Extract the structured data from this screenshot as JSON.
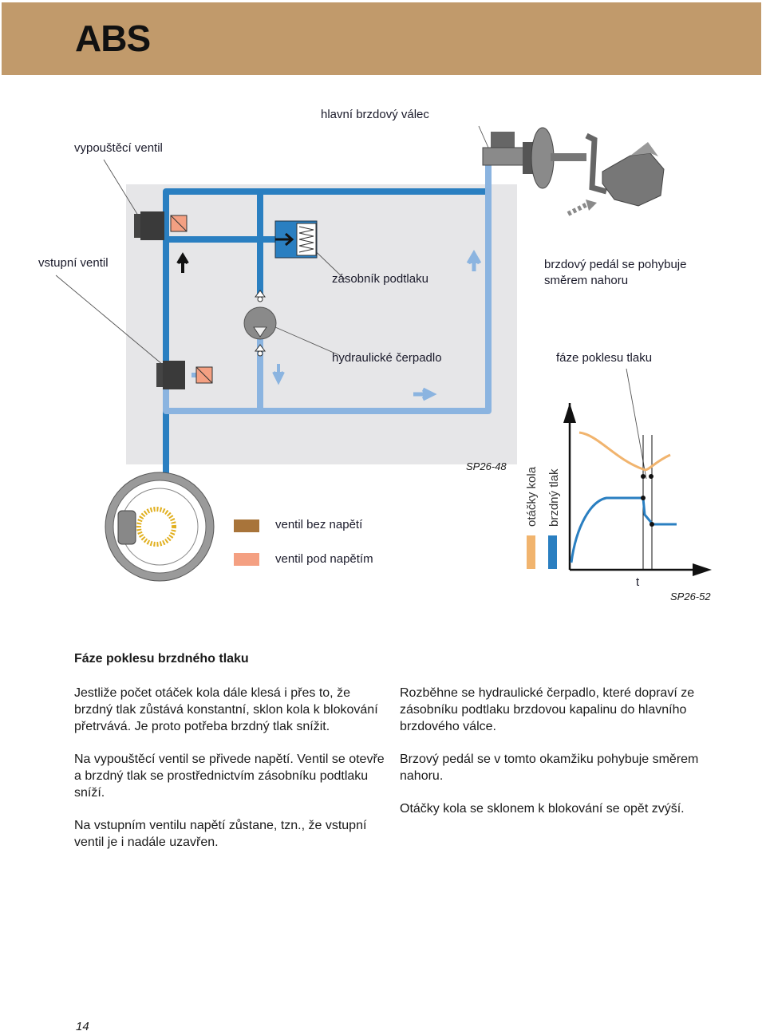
{
  "header": {
    "title": "ABS"
  },
  "diagram": {
    "labels": {
      "master_cylinder": "hlavní brzdový válec",
      "outlet_valve": "vypouštěcí ventil",
      "inlet_valve": "vstupní ventil",
      "accumulator": "zásobník podtlaku",
      "pedal_moves": "brzdový pedál se pohybuje směrem nahoru",
      "hydraulic_pump": "hydraulické čerpadlo",
      "phase": "fáze poklesu tlaku",
      "figure_code": "SP26-48"
    },
    "legend": {
      "unpowered": "ventil bez napětí",
      "powered": "ventil pod napětím",
      "unpowered_color": "#a8743a",
      "powered_color": "#f4a082"
    },
    "graph": {
      "wheel_speed": "otáčky kola",
      "brake_pressure": "brzdný tlak",
      "time_axis": "t",
      "figure_code": "SP26-52",
      "wheel_speed_color": "#f1b46e",
      "brake_pressure_color": "#2a7fc1"
    }
  },
  "text": {
    "section_title": "Fáze poklesu brzdného tlaku",
    "left": [
      "Jestliže počet otáček kola dále klesá i přes to, že brzdný tlak zůstává konstantní, sklon kola k blokování přetrvává. Je proto potřeba brzdný tlak snížit.",
      "Na vypouštěcí ventil se přivede napětí. Ventil se otevře a brzdný tlak se prostřednictvím zásobníku podtlaku sníží.",
      "Na vstupním ventilu napětí zůstane, tzn., že vstupní ventil je i nadále uzavřen."
    ],
    "right": [
      "Rozběhne se hydraulické čerpadlo, které dopraví ze zásobníku podtlaku brzdovou kapalinu do hlavního brzdového válce.",
      "Brzový pedál se v tomto okamžiku pohybuje směrem nahoru.",
      "Otáčky kola se sklonem k blokování se opět zvýší."
    ]
  },
  "page_number": "14"
}
